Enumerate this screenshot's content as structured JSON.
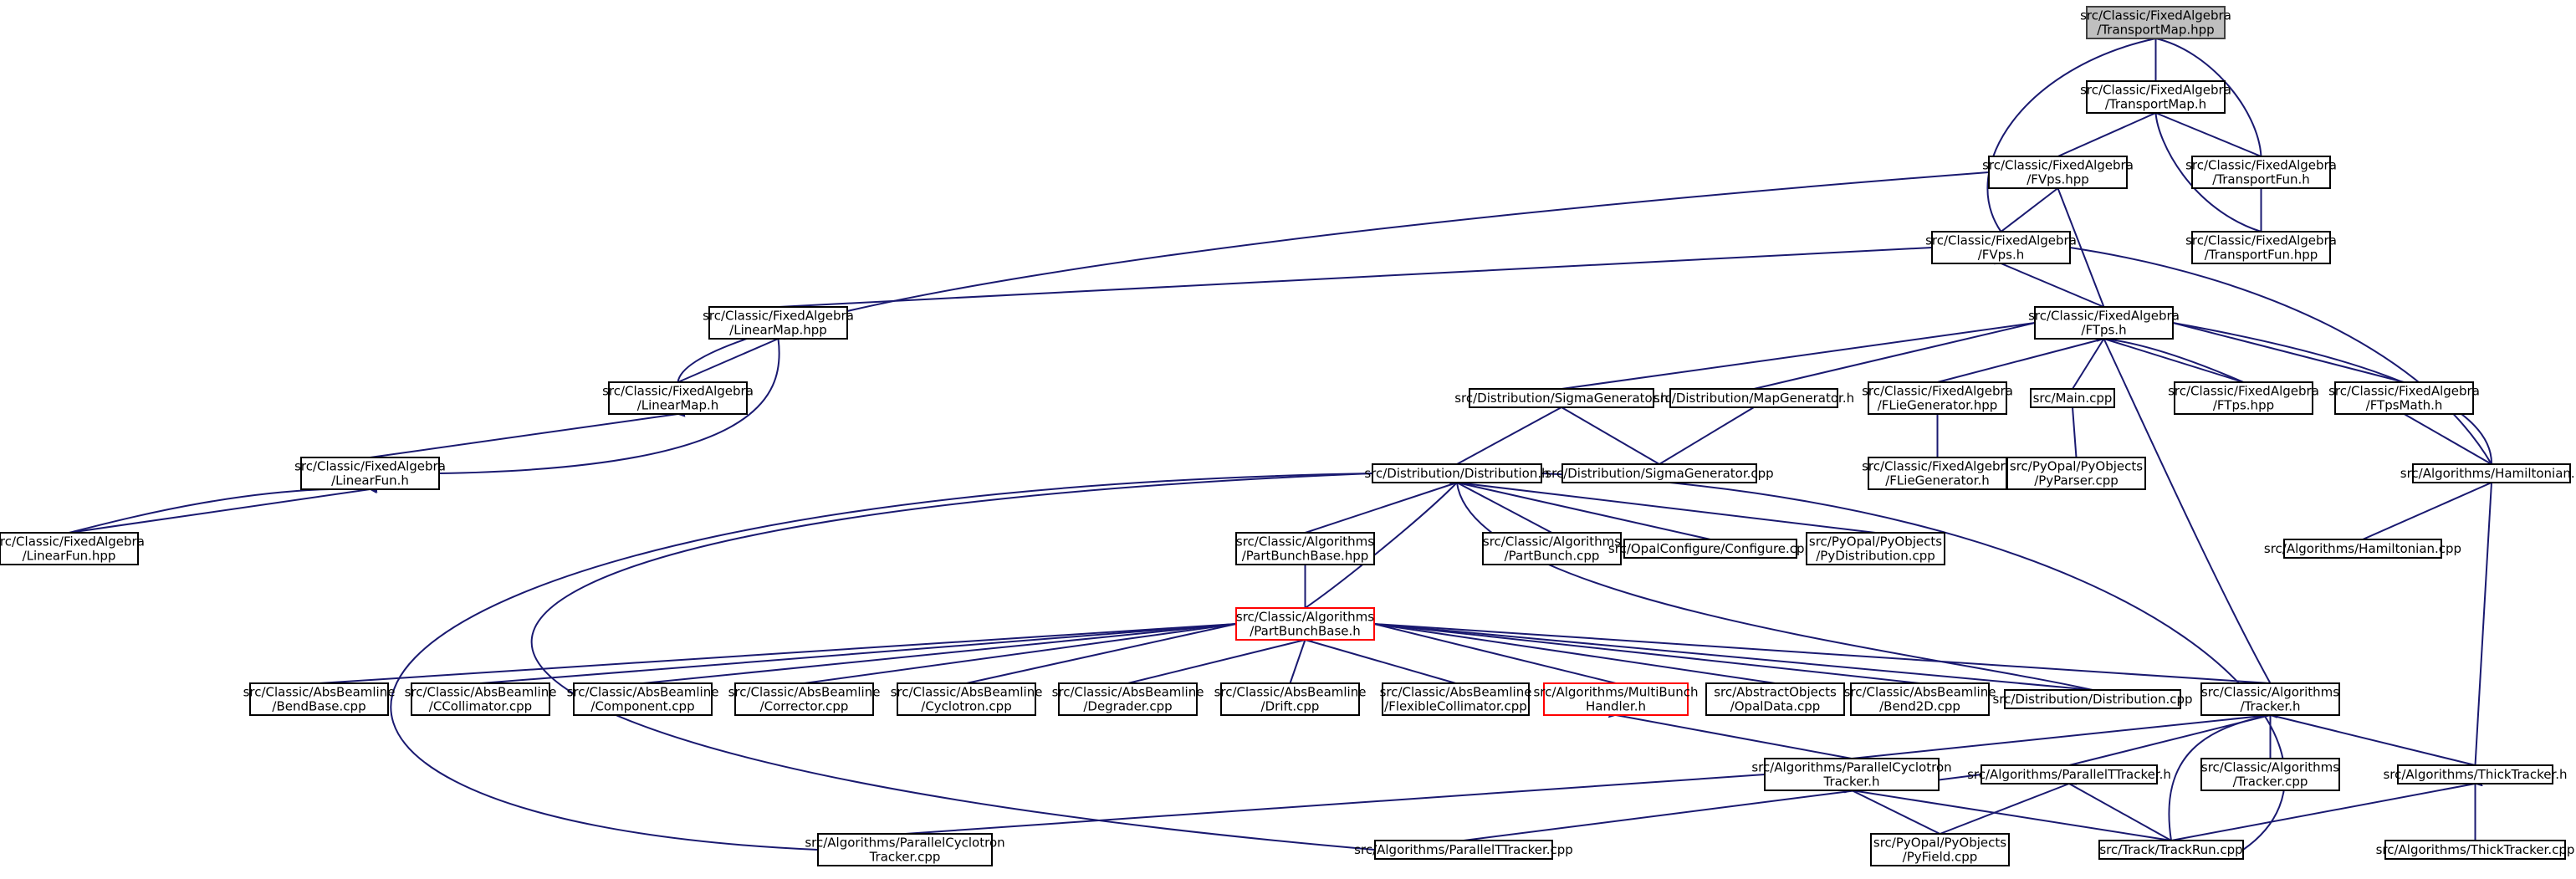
{
  "graph": {
    "colors": {
      "edge": "#191970",
      "root_fill": "#bfbfbf",
      "highlight_border": "#ff0000",
      "node_fill": "#ffffff"
    },
    "nodes": [
      {
        "id": "transportmap_hpp",
        "lines": [
          "src/Classic/FixedAlgebra",
          "/TransportMap.hpp"
        ]
      },
      {
        "id": "transportmap_h",
        "lines": [
          "src/Classic/FixedAlgebra",
          "/TransportMap.h"
        ]
      },
      {
        "id": "fvps_hpp",
        "lines": [
          "src/Classic/FixedAlgebra",
          "/FVps.hpp"
        ]
      },
      {
        "id": "transportfun_h",
        "lines": [
          "src/Classic/FixedAlgebra",
          "/TransportFun.h"
        ]
      },
      {
        "id": "transportfun_hpp",
        "lines": [
          "src/Classic/FixedAlgebra",
          "/TransportFun.hpp"
        ]
      },
      {
        "id": "fvps_h",
        "lines": [
          "src/Classic/FixedAlgebra",
          "/FVps.h"
        ]
      },
      {
        "id": "linearmap_hpp",
        "lines": [
          "src/Classic/FixedAlgebra",
          "/LinearMap.hpp"
        ]
      },
      {
        "id": "ftps_h",
        "lines": [
          "src/Classic/FixedAlgebra",
          "/FTps.h"
        ]
      },
      {
        "id": "linearmap_h",
        "lines": [
          "src/Classic/FixedAlgebra",
          "/LinearMap.h"
        ]
      },
      {
        "id": "sigmagenerator_h",
        "lines": [
          "src/Distribution/SigmaGenerator.h"
        ]
      },
      {
        "id": "mapgenerator_h",
        "lines": [
          "src/Distribution/MapGenerator.h"
        ]
      },
      {
        "id": "fliegenerator_hpp",
        "lines": [
          "src/Classic/FixedAlgebra",
          "/FLieGenerator.hpp"
        ]
      },
      {
        "id": "main_cpp",
        "lines": [
          "src/Main.cpp"
        ]
      },
      {
        "id": "ftps_hpp",
        "lines": [
          "src/Classic/FixedAlgebra",
          "/FTps.hpp"
        ]
      },
      {
        "id": "ftpsmath_h",
        "lines": [
          "src/Classic/FixedAlgebra",
          "/FTpsMath.h"
        ]
      },
      {
        "id": "linearfun_h",
        "lines": [
          "src/Classic/FixedAlgebra",
          "/LinearFun.h"
        ]
      },
      {
        "id": "distribution_h",
        "lines": [
          "src/Distribution/Distribution.h"
        ]
      },
      {
        "id": "sigmagenerator_cpp",
        "lines": [
          "src/Distribution/SigmaGenerator.cpp"
        ]
      },
      {
        "id": "fliegenerator_h",
        "lines": [
          "src/Classic/FixedAlgebra",
          "/FLieGenerator.h"
        ]
      },
      {
        "id": "pyparser_cpp",
        "lines": [
          "src/PyOpal/PyObjects",
          "/PyParser.cpp"
        ]
      },
      {
        "id": "hamiltonian_h",
        "lines": [
          "src/Algorithms/Hamiltonian.h"
        ]
      },
      {
        "id": "linearfun_hpp",
        "lines": [
          "src/Classic/FixedAlgebra",
          "/LinearFun.hpp"
        ]
      },
      {
        "id": "partbunchbase_hpp",
        "lines": [
          "src/Classic/Algorithms",
          "/PartBunchBase.hpp"
        ]
      },
      {
        "id": "partbunch_cpp",
        "lines": [
          "src/Classic/Algorithms",
          "/PartBunch.cpp"
        ]
      },
      {
        "id": "configure_cpp",
        "lines": [
          "src/OpalConfigure/Configure.cpp"
        ]
      },
      {
        "id": "pydistribution_cpp",
        "lines": [
          "src/PyOpal/PyObjects",
          "/PyDistribution.cpp"
        ]
      },
      {
        "id": "hamiltonian_cpp",
        "lines": [
          "src/Algorithms/Hamiltonian.cpp"
        ]
      },
      {
        "id": "partbunchbase_h",
        "lines": [
          "src/Classic/Algorithms",
          "/PartBunchBase.h"
        ]
      },
      {
        "id": "bendbase_cpp",
        "lines": [
          "src/Classic/AbsBeamline",
          "/BendBase.cpp"
        ]
      },
      {
        "id": "ccollimator_cpp",
        "lines": [
          "src/Classic/AbsBeamline",
          "/CCollimator.cpp"
        ]
      },
      {
        "id": "component_cpp",
        "lines": [
          "src/Classic/AbsBeamline",
          "/Component.cpp"
        ]
      },
      {
        "id": "corrector_cpp",
        "lines": [
          "src/Classic/AbsBeamline",
          "/Corrector.cpp"
        ]
      },
      {
        "id": "cyclotron_cpp",
        "lines": [
          "src/Classic/AbsBeamline",
          "/Cyclotron.cpp"
        ]
      },
      {
        "id": "degrader_cpp",
        "lines": [
          "src/Classic/AbsBeamline",
          "/Degrader.cpp"
        ]
      },
      {
        "id": "drift_cpp",
        "lines": [
          "src/Classic/AbsBeamline",
          "/Drift.cpp"
        ]
      },
      {
        "id": "flexiblecollimator_cpp",
        "lines": [
          "src/Classic/AbsBeamline",
          "/FlexibleCollimator.cpp"
        ]
      },
      {
        "id": "multibunchhandler_h",
        "lines": [
          "src/Algorithms/MultiBunch",
          "Handler.h"
        ]
      },
      {
        "id": "opaldata_cpp",
        "lines": [
          "src/AbstractObjects",
          "/OpalData.cpp"
        ]
      },
      {
        "id": "bend2d_cpp",
        "lines": [
          "src/Classic/AbsBeamline",
          "/Bend2D.cpp"
        ]
      },
      {
        "id": "distribution_cpp",
        "lines": [
          "src/Distribution/Distribution.cpp"
        ]
      },
      {
        "id": "tracker_h",
        "lines": [
          "src/Classic/Algorithms",
          "/Tracker.h"
        ]
      },
      {
        "id": "parallelcyclotrontracker_h",
        "lines": [
          "src/Algorithms/ParallelCyclotron",
          "Tracker.h"
        ]
      },
      {
        "id": "paralleltracker_h",
        "lines": [
          "src/Algorithms/ParallelTTracker.h"
        ]
      },
      {
        "id": "tracker_cpp",
        "lines": [
          "src/Classic/Algorithms",
          "/Tracker.cpp"
        ]
      },
      {
        "id": "thicktracker_h",
        "lines": [
          "src/Algorithms/ThickTracker.h"
        ]
      },
      {
        "id": "parallelcyclotrontracker_cpp",
        "lines": [
          "src/Algorithms/ParallelCyclotron",
          "Tracker.cpp"
        ]
      },
      {
        "id": "paralleltracker_cpp",
        "lines": [
          "src/Algorithms/ParallelTTracker.cpp"
        ]
      },
      {
        "id": "pyfield_cpp",
        "lines": [
          "src/PyOpal/PyObjects",
          "/PyField.cpp"
        ]
      },
      {
        "id": "trackrun_cpp",
        "lines": [
          "src/Track/TrackRun.cpp"
        ]
      },
      {
        "id": "thicktracker_cpp",
        "lines": [
          "src/Algorithms/ThickTracker.cpp"
        ]
      }
    ]
  }
}
